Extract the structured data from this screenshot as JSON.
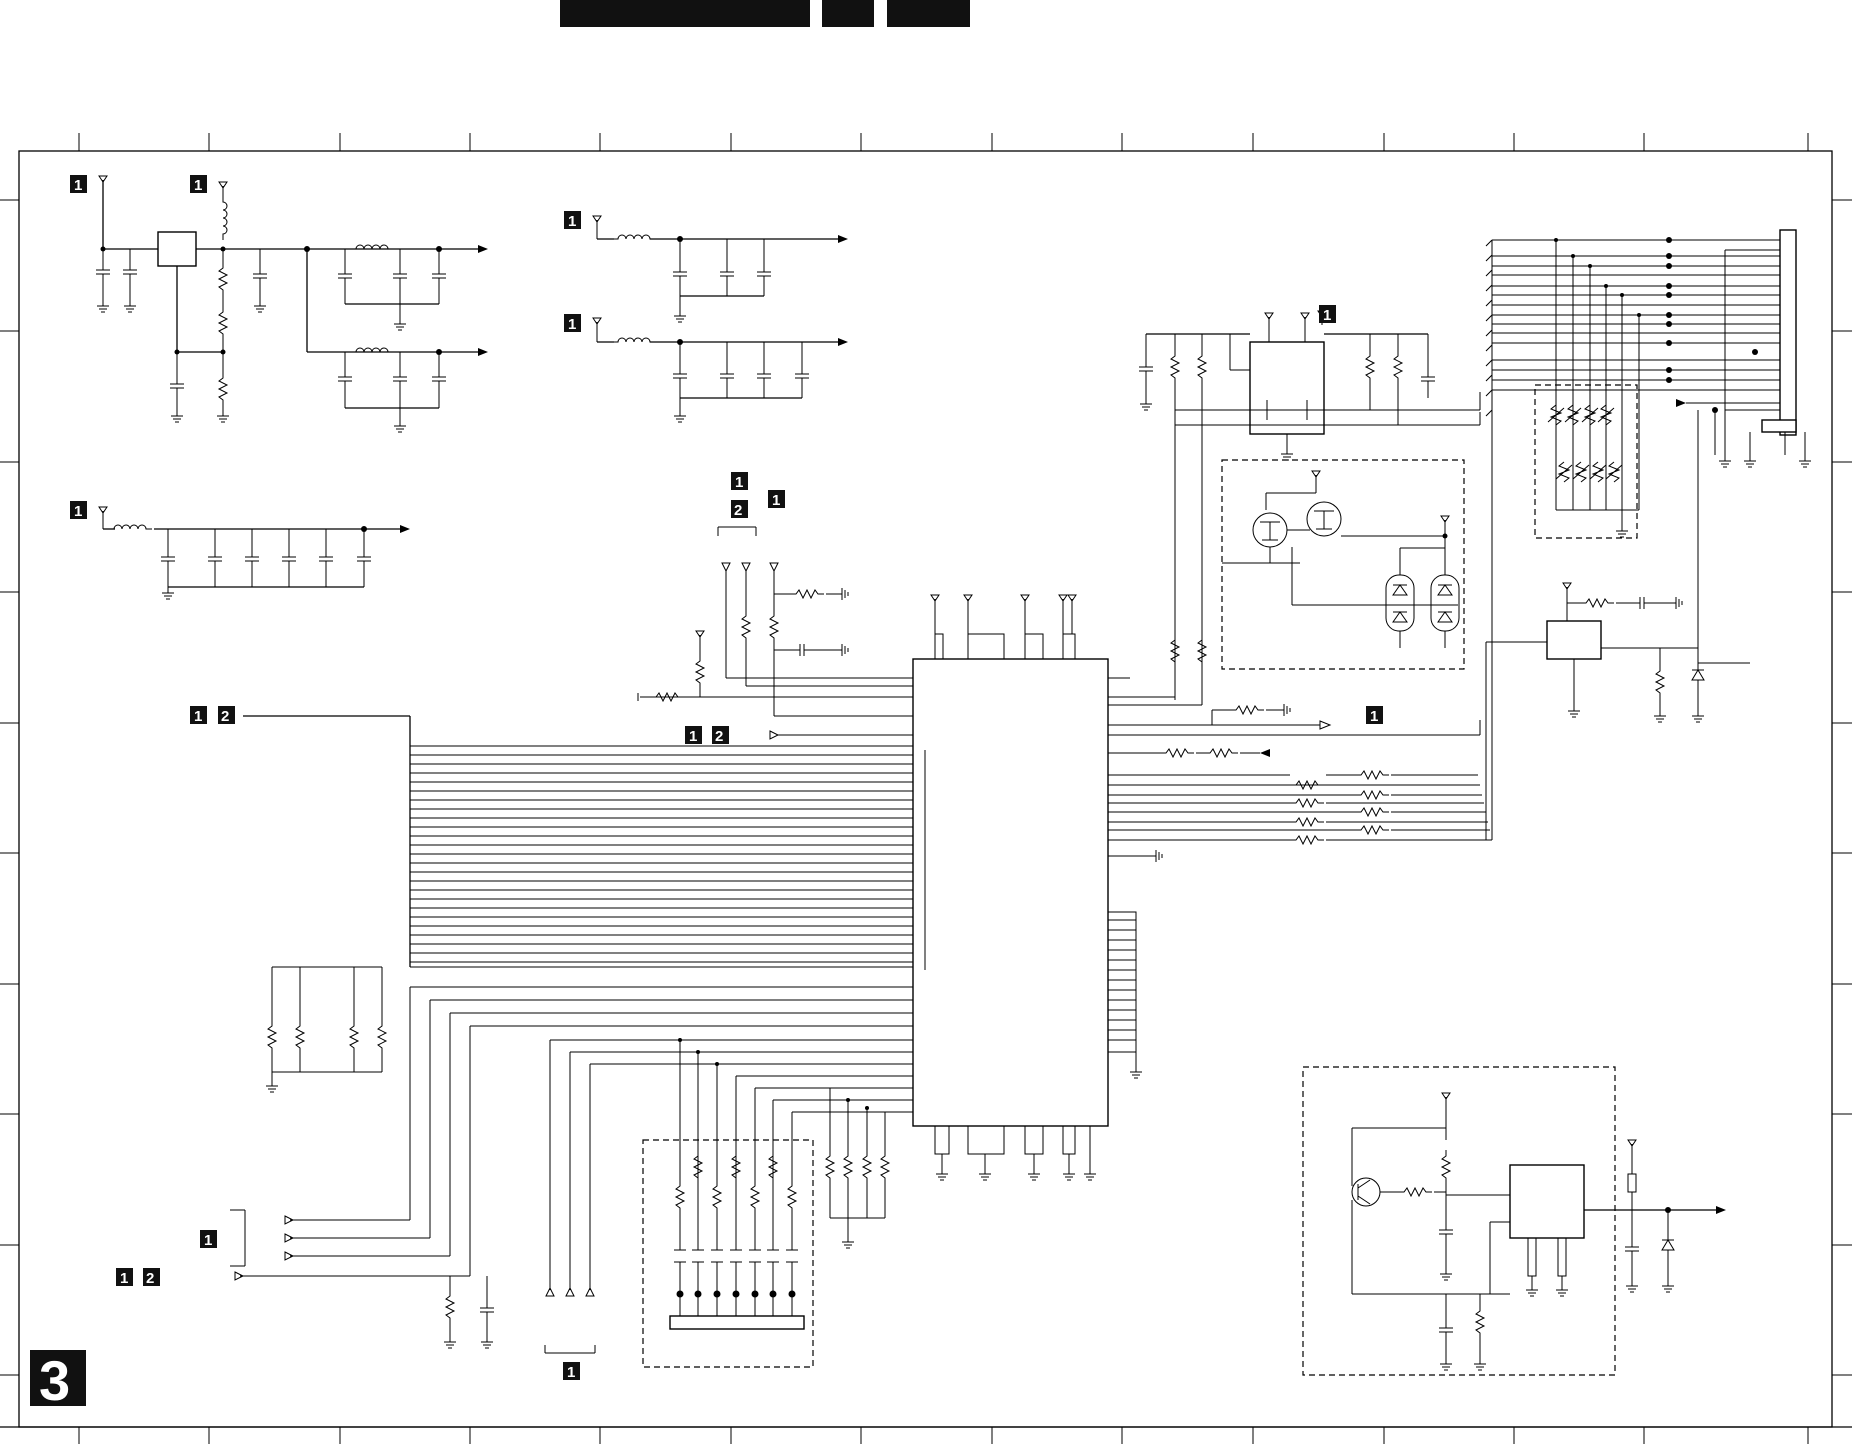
{
  "page": {
    "sheet_number": "3",
    "background": "#ffffff",
    "ink": "#000000"
  },
  "header_bars": 3,
  "grid": {
    "columns": 14,
    "rows": 10
  },
  "tags": {
    "one": "1",
    "two": "2"
  }
}
